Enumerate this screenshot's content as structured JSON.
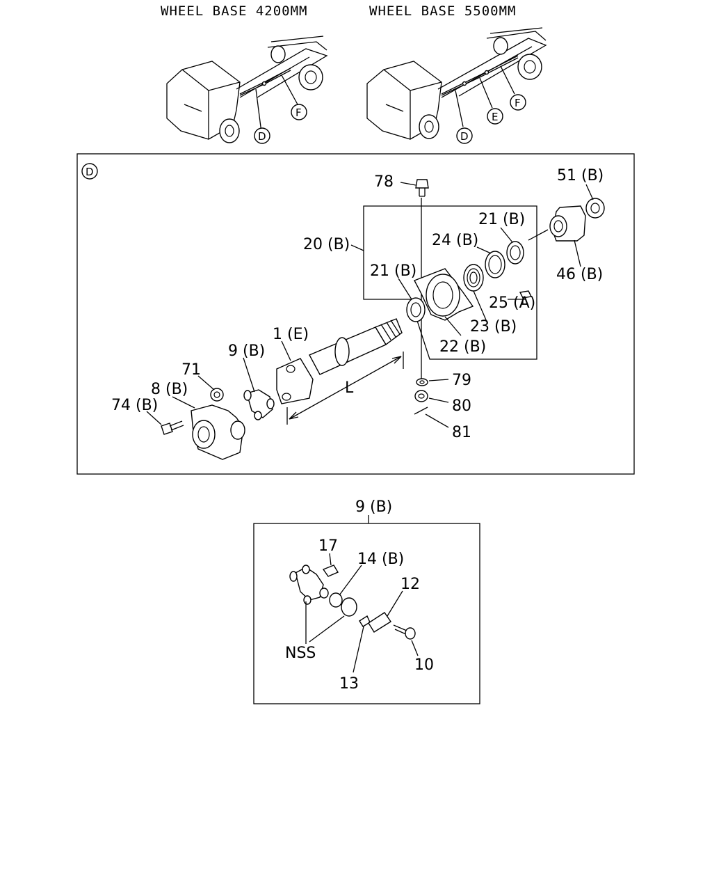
{
  "headers": {
    "left": "WHEEL BASE 4200MM",
    "right": "WHEEL BASE 5500MM"
  },
  "truck_callouts": {
    "left_d": "D",
    "left_f": "F",
    "right_d": "D",
    "right_e": "E",
    "right_f": "F"
  },
  "main_panel": {
    "section_marker": "D",
    "labels": {
      "p78": "78",
      "p51": "51 (B)",
      "p21b_upper": "21 (B)",
      "p24": "24 (B)",
      "p20": "20 (B)",
      "p21b_lower": "21 (B)",
      "p46": "46 (B)",
      "p25": "25 (A)",
      "p23": "23 (B)",
      "p22": "22 (B)",
      "p1": "1 (E)",
      "p9": "9 (B)",
      "p71": "71",
      "p8": "8 (B)",
      "p74": "74 (B)",
      "dimension_l": "L",
      "p79": "79",
      "p80": "80",
      "p81": "81"
    }
  },
  "detail_panel": {
    "title": "9 (B)",
    "labels": {
      "p17": "17",
      "p14": "14 (B)",
      "p12": "12",
      "nss": "NSS",
      "p10": "10",
      "p13": "13"
    }
  }
}
